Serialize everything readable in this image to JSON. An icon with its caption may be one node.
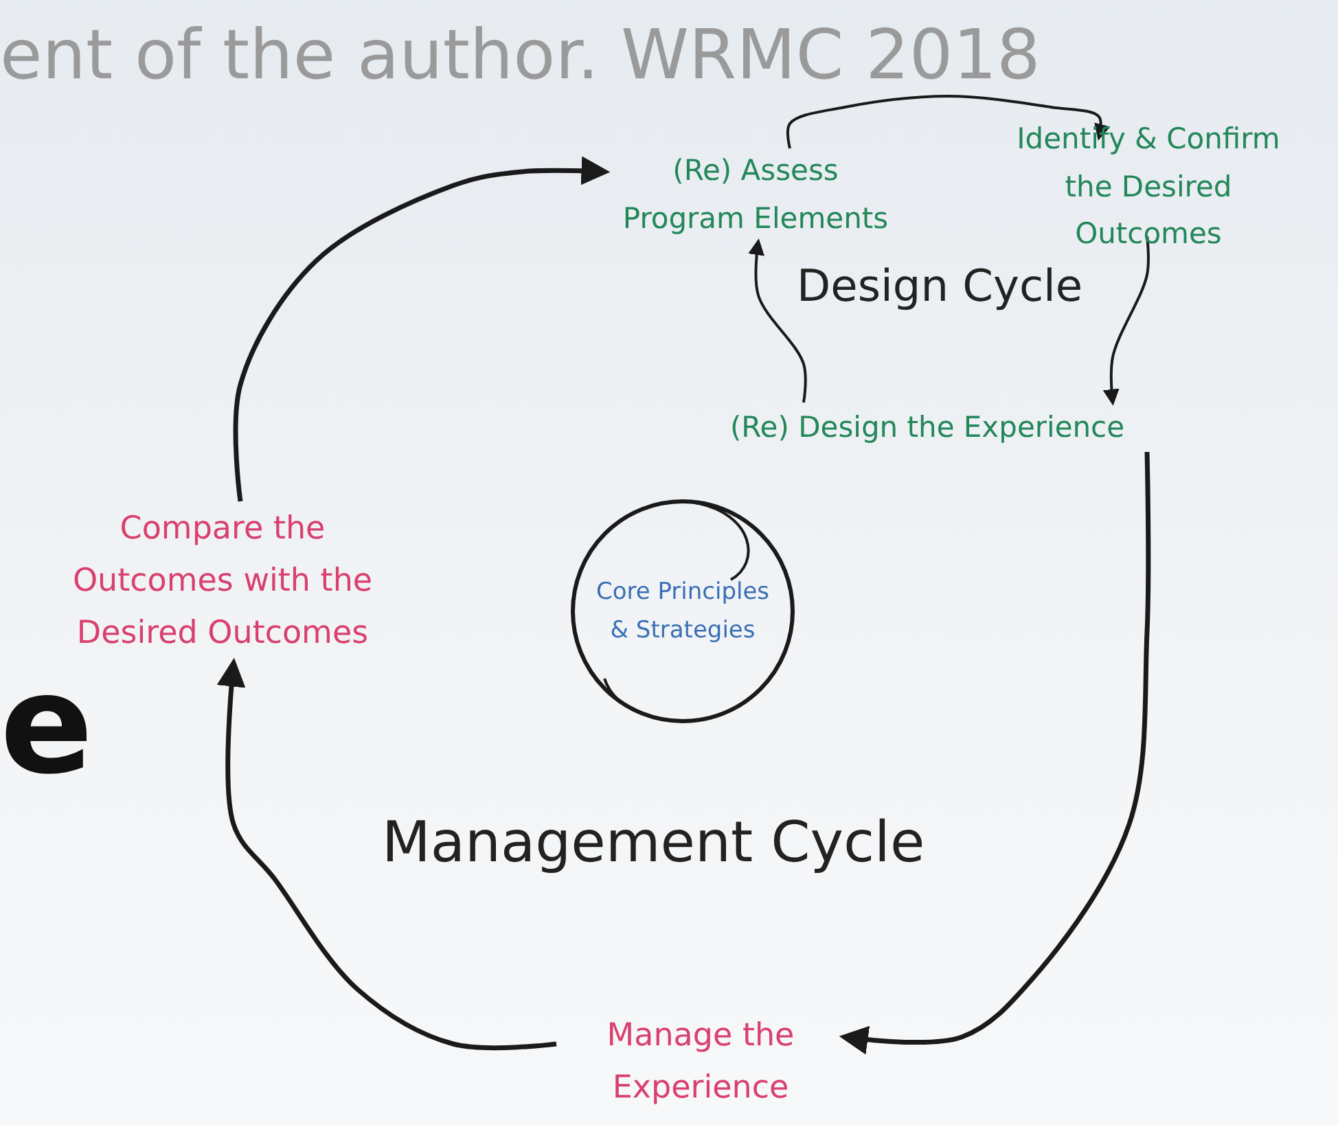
{
  "diagram": {
    "nodes": [
      {
        "text": [
          "(Re) Assess Program Elements"
        ]
      },
      {
        "text": [
          "Identify & Confirm the Desired Outcomes"
        ]
      },
      {
        "text": [
          "(Re) Design the Experience"
        ]
      },
      {
        "text": [
          "Compare the Outcomes with the Desired Outcomes"
        ]
      },
      {
        "text": [
          "Manage the Experience"
        ]
      },
      {
        "text": [
          "Core Principles & Strategies"
        ]
      }
    ],
    "edges": [
      {
        "from": 0,
        "to": 1,
        "arrow": "to"
      },
      {
        "from": 1,
        "to": 2,
        "arrow": "to"
      },
      {
        "from": 2,
        "to": 0,
        "arrow": "to"
      },
      {
        "from": 2,
        "to": 4,
        "arrow": "to"
      },
      {
        "from": 4,
        "to": 3,
        "arrow": "to"
      },
      {
        "from": 3,
        "to": 0,
        "arrow": "to"
      }
    ],
    "labels": [
      "ent of the author. WRMC 2018",
      "Design Cycle",
      "e",
      "Management Cycle"
    ]
  }
}
